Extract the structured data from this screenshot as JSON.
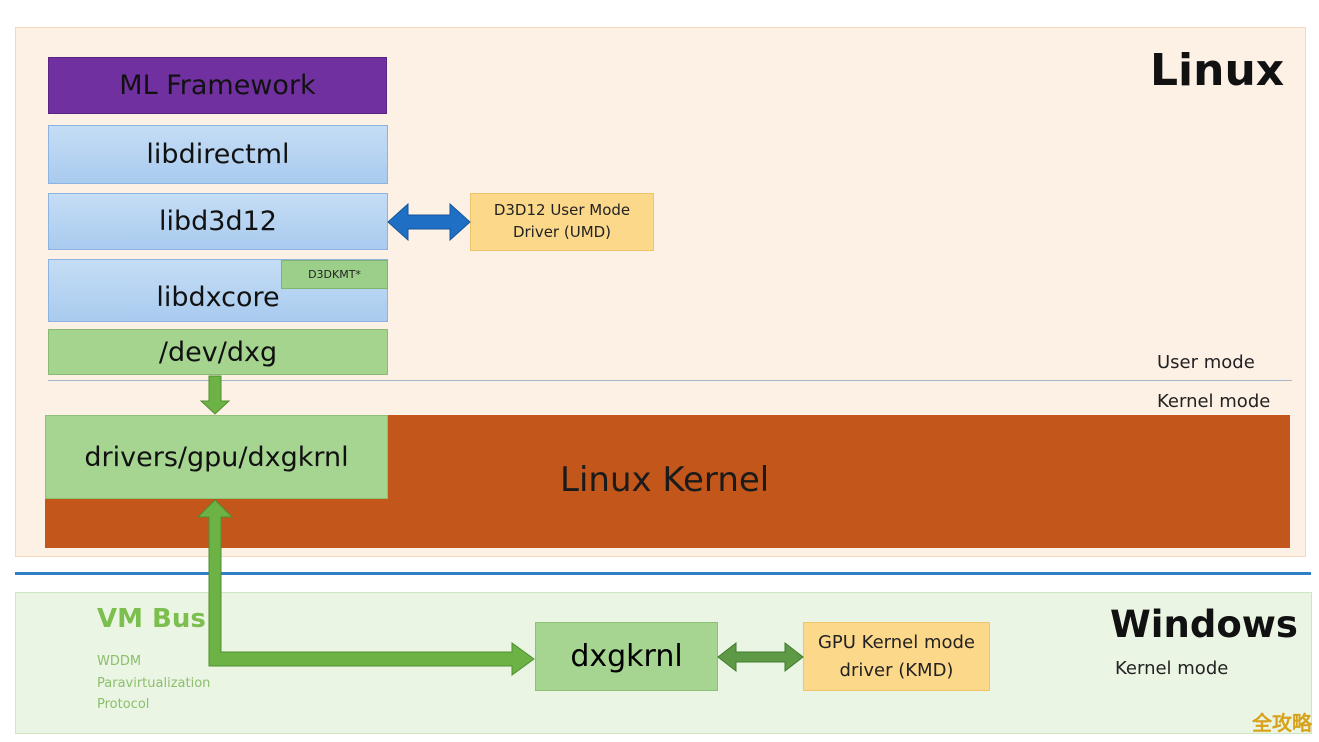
{
  "linux": {
    "title": "Linux",
    "user_mode_label": "User mode",
    "kernel_mode_label": "Kernel mode",
    "stack": {
      "ml_framework": "ML Framework",
      "libdirectml": "libdirectml",
      "libd3d12": "libd3d12",
      "libdxcore": "libdxcore",
      "d3dkmt": "D3DKMT*",
      "dev_dxg": "/dev/dxg"
    },
    "umd": {
      "line1": "D3D12 User Mode",
      "line2": "Driver (UMD)"
    },
    "kernel": {
      "label": "Linux Kernel",
      "driver": "drivers/gpu/dxgkrnl"
    }
  },
  "windows": {
    "title": "Windows",
    "kernel_mode_label": "Kernel mode",
    "dxgkrnl": "dxgkrnl",
    "kmd": {
      "line1": "GPU Kernel mode",
      "line2": "driver (KMD)"
    }
  },
  "vm_bus": {
    "title": "VM Bus",
    "lines": [
      "WDDM",
      "Paravirtualization",
      "Protocol"
    ]
  },
  "watermark": "全攻略",
  "colors": {
    "linux_bg": "#fdf1e6",
    "windows_bg": "#eaf5e4",
    "ml_framework": "#7030a0",
    "lib_blue": "#a9cbef",
    "green_box": "#a6d591",
    "umd_kmd": "#fcd88a",
    "kernel_bar": "#c3571b",
    "separator": "#2f7fc2",
    "arrow_blue": "#1f6fc5",
    "arrow_green": "#6cb244"
  }
}
